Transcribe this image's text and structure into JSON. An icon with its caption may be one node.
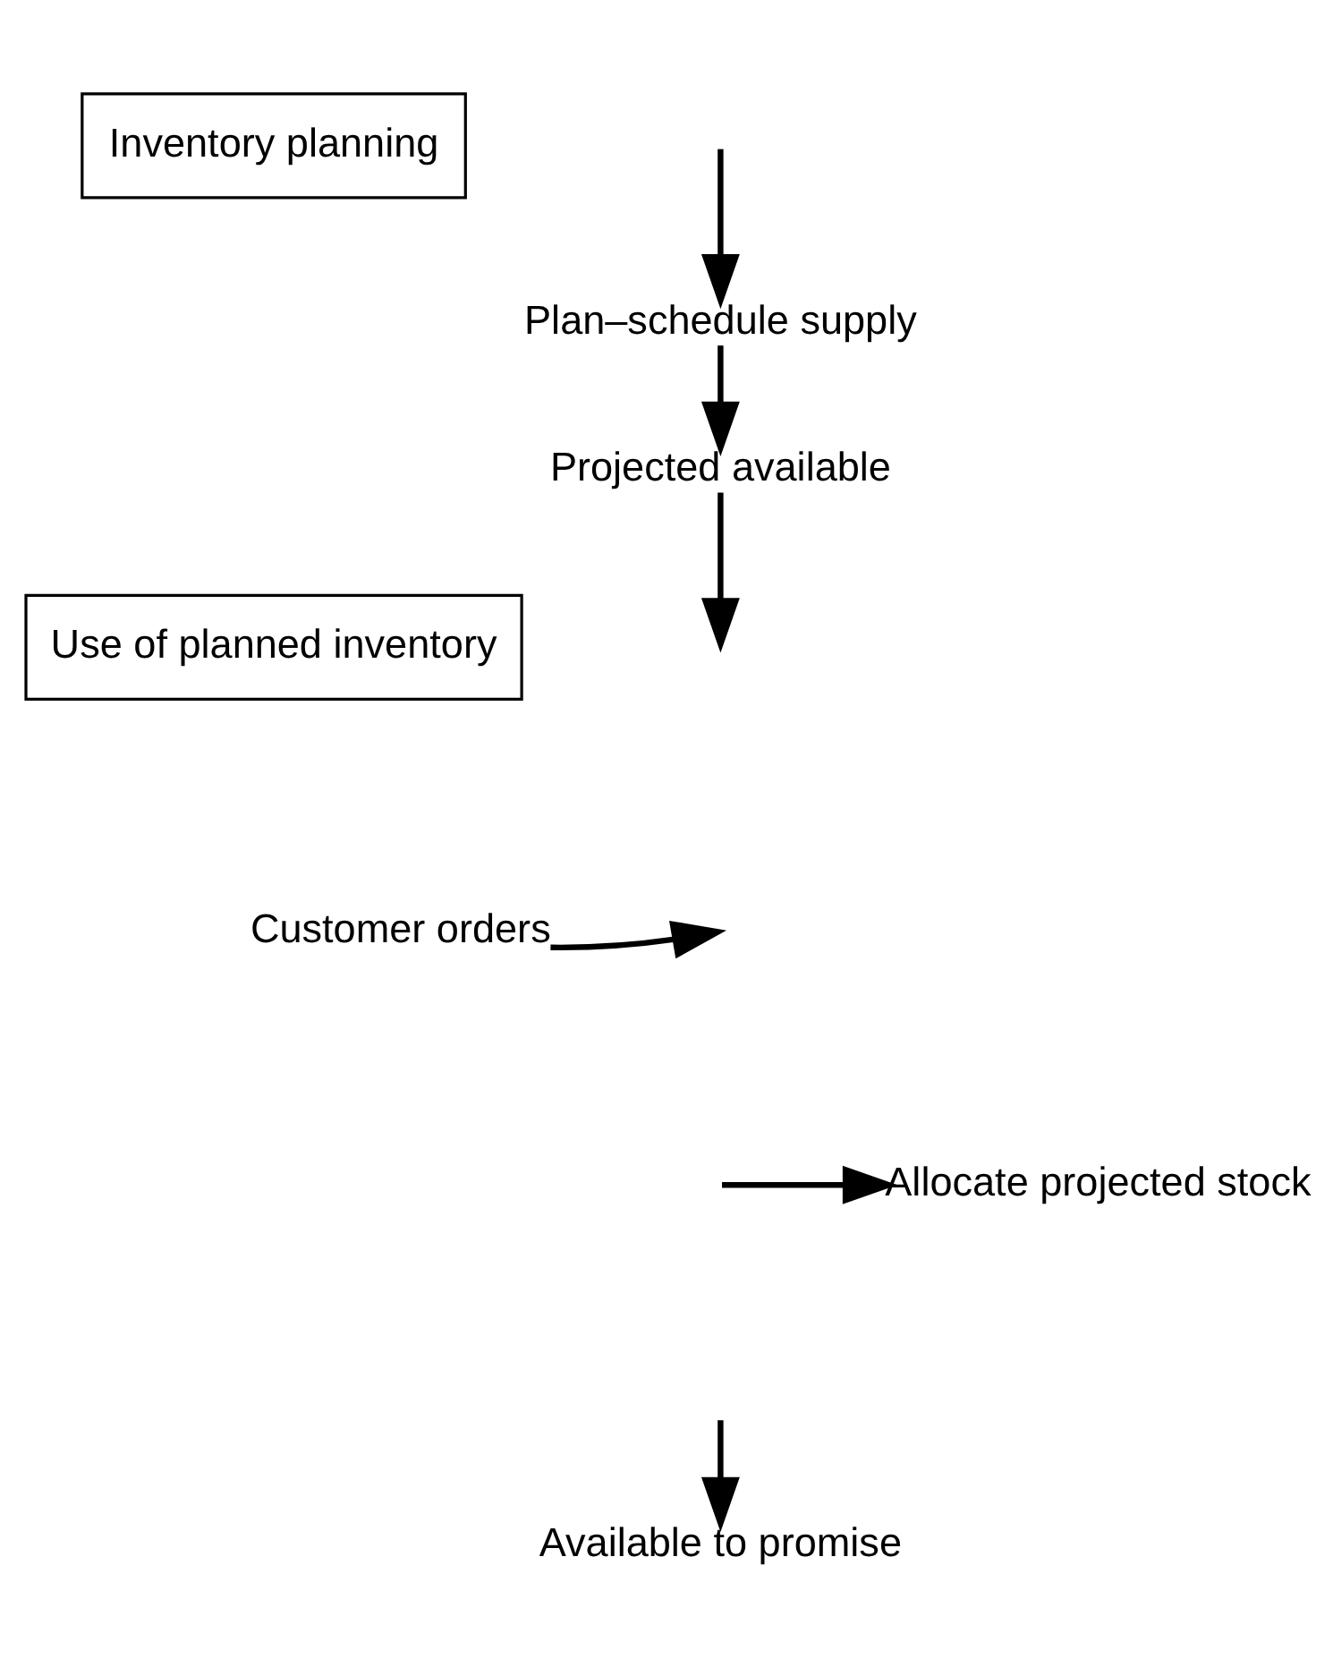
{
  "diagram": {
    "nodes": [
      {
        "text": [
          "Inventory planning"
        ]
      },
      {
        "text": [
          "Plan–schedule supply"
        ]
      },
      {
        "text": [
          "Projected available"
        ]
      },
      {
        "text": [
          "Use of planned inventory"
        ]
      },
      {
        "text": [
          "Customer orders"
        ]
      },
      {
        "text": [
          "Allocate projected stock"
        ]
      },
      {
        "text": [
          "Available to promise"
        ]
      }
    ],
    "edges": [
      {
        "from": null,
        "to": 1,
        "arrow": "to"
      },
      {
        "from": 1,
        "to": 2,
        "arrow": "to"
      },
      {
        "from": 2,
        "to": null,
        "arrow": "to"
      },
      {
        "from": 4,
        "to": null,
        "arrow": "to"
      },
      {
        "from": null,
        "to": 5,
        "arrow": "to"
      },
      {
        "from": null,
        "to": 6,
        "arrow": "to"
      }
    ]
  }
}
